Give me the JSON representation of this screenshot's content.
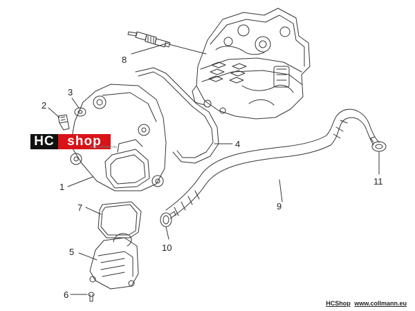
{
  "callouts": {
    "c1": "1",
    "c2": "2",
    "c3": "3",
    "c4": "4",
    "c5": "5",
    "c6": "6",
    "c7": "7",
    "c8": "8",
    "c9": "9",
    "c10": "10",
    "c11": "11"
  },
  "logo": {
    "hc": "HC",
    "shop": "shop",
    "watermark": "www.collmann.eu"
  },
  "footer": {
    "brand": "HCShop",
    "url": "www.collmann.eu"
  },
  "colors": {
    "line": "#333333",
    "logo_red": "#d81418",
    "logo_black": "#111111"
  }
}
